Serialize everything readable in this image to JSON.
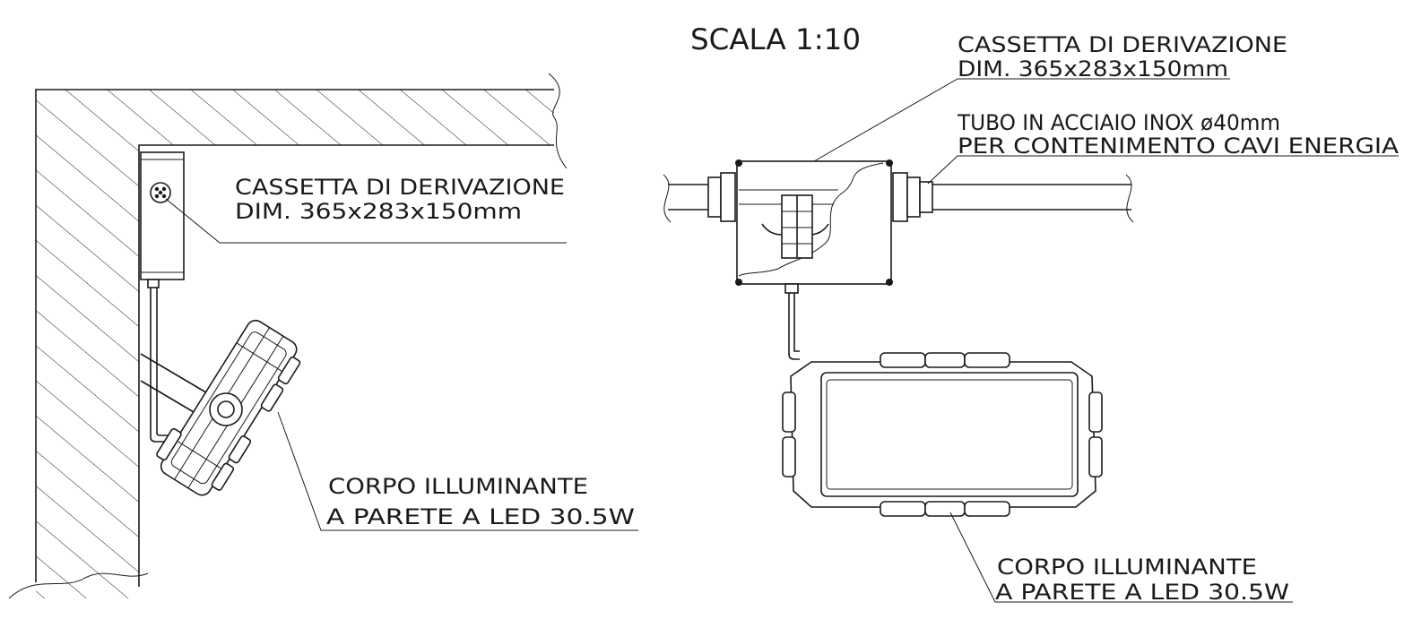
{
  "scale_label": "SCALA 1:10",
  "left_view": {
    "junction_box": {
      "line1": "CASSETTA DI DERIVAZIONE",
      "line2": "DIM. 365x283x150mm"
    },
    "luminaire": {
      "line1": "CORPO ILLUMINANTE",
      "line2": "A PARETE A LED 30.5W"
    }
  },
  "right_view": {
    "junction_box": {
      "line1": "CASSETTA DI DERIVAZIONE",
      "line2": "DIM. 365x283x150mm"
    },
    "conduit": {
      "line1": "TUBO IN ACCIAIO INOX ø40mm",
      "line2": "PER CONTENIMENTO CAVI ENERGIA"
    },
    "luminaire": {
      "line1": "CORPO ILLUMINANTE",
      "line2": "A PARETE A LED 30.5W"
    }
  }
}
